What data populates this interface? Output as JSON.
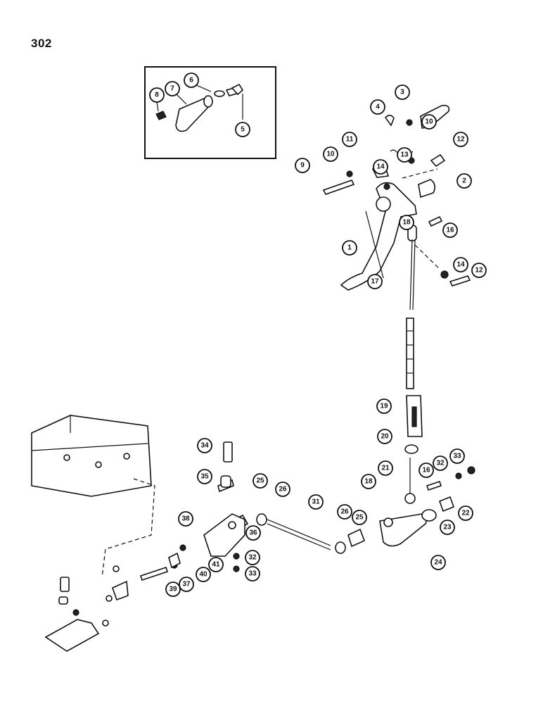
{
  "page": {
    "number": "302"
  },
  "callouts": [
    "1",
    "2",
    "3",
    "4",
    "5",
    "6",
    "7",
    "8",
    "9",
    "10",
    "10",
    "11",
    "12",
    "12",
    "13",
    "14",
    "14",
    "16",
    "16",
    "17",
    "18",
    "18",
    "19",
    "20",
    "21",
    "22",
    "23",
    "24",
    "25",
    "25",
    "26",
    "26",
    "31",
    "32",
    "32",
    "33",
    "33",
    "34",
    "35",
    "36",
    "37",
    "38",
    "39",
    "40",
    "41"
  ]
}
